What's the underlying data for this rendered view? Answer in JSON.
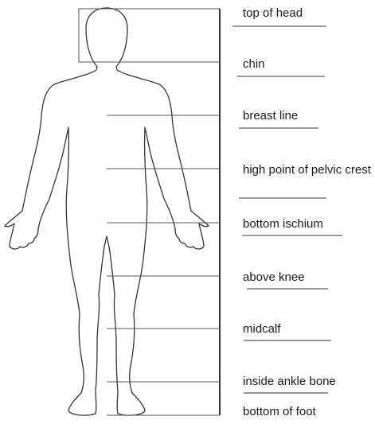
{
  "diagram": {
    "colors": {
      "line": "#555555",
      "figure": "#333333",
      "text": "#1a1a1a"
    },
    "landmarks": [
      {
        "id": "top-of-head",
        "label": "top of head"
      },
      {
        "id": "chin",
        "label": "chin"
      },
      {
        "id": "breast-line",
        "label": "breast line"
      },
      {
        "id": "pelvic-crest",
        "label": "high point of pelvic crest"
      },
      {
        "id": "bottom-ischium",
        "label": "bottom ischium"
      },
      {
        "id": "above-knee",
        "label": "above knee"
      },
      {
        "id": "midcalf",
        "label": "midcalf"
      },
      {
        "id": "inside-ankle-bone",
        "label": "inside ankle bone"
      },
      {
        "id": "bottom-of-foot",
        "label": "bottom of foot"
      }
    ]
  }
}
